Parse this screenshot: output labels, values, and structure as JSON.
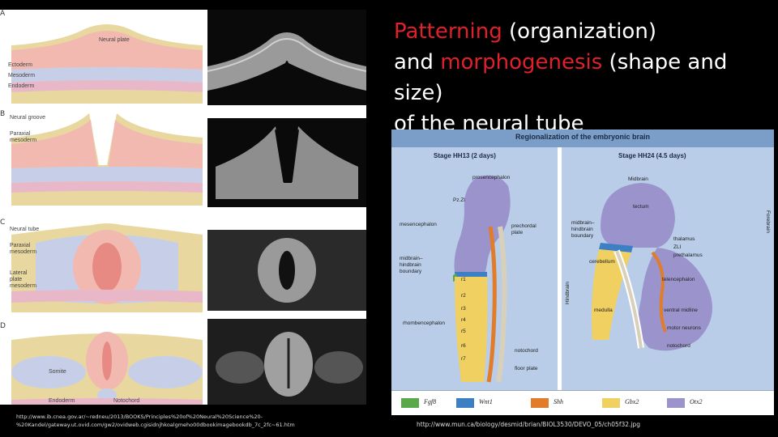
{
  "slide": {
    "title_parts": {
      "red1": "Patterning",
      "plain1": " (organization)",
      "plain2": "and ",
      "red2": "morphogenesis",
      "plain3": " (shape and size)",
      "plain4": "of the neural tube"
    },
    "colors": {
      "accent": "#e0202a",
      "background": "#000000",
      "text": "#ffffff"
    }
  },
  "left_figure": {
    "stages": [
      "A",
      "B",
      "C",
      "D"
    ],
    "labels": {
      "neural_plate": "Neural plate",
      "ectoderm": "Ectoderm",
      "mesoderm": "Mesoderm",
      "endoderm": "Endoderm",
      "neural_groove": "Neural groove",
      "paraxial_mesoderm_1": "Paraxial",
      "paraxial_mesoderm_2": "mesoderm",
      "neural_tube": "Neural tube",
      "paraxial_meso_c1": "Paraxial",
      "paraxial_meso_c2": "mesoderm",
      "lateral_1": "Lateral",
      "lateral_2": "plate",
      "lateral_3": "mesoderm",
      "somite": "Somite",
      "endoderm_d": "Endoderm",
      "notochord": "Notochord"
    },
    "url_line1": "http://www.ib.cnea.gov.ar/~redneu/2013/BOOKS/Principles%20of%20Neural%20Science%20-",
    "url_line2": "%20Kandel/gateway.ut.ovid.com/gw2/ovidweb.cgisidnjhkoalgmeho00dbookimagebookdb_7c_2fc~61.htm"
  },
  "right_figure": {
    "header": "Regionalization of the embryonic brain",
    "stage_left": "Stage HH13 (2 days)",
    "stage_right": "Stage HH24 (4.5 days)",
    "labels_left": {
      "prosencephalon": "prosencephalon",
      "pz": "Pz.Zl",
      "mesencephalon": "mesencephalon",
      "prechordal_1": "prechordal",
      "prechordal_2": "plate",
      "mhb_1": "midbrain–",
      "mhb_2": "hindbrain",
      "mhb_3": "boundary",
      "r1": "r1",
      "r2": "r2",
      "r3": "r3",
      "r4": "r4",
      "r5": "r5",
      "r6": "r6",
      "r7": "r7",
      "rhombencephalon": "rhombencephalon",
      "notochord": "notochord",
      "floor_plate": "floor plate"
    },
    "labels_right": {
      "midbrain": "Midbrain",
      "tectum": "tectum",
      "mhb_1": "midbrain–",
      "mhb_2": "hindbrain",
      "mhb_3": "boundary",
      "thalamus": "thalamus",
      "zli": "ZLI",
      "prethalamus": "prethalamus",
      "cerebellum": "cerebellum",
      "telencephalon": "telencephalon",
      "medulla": "medulla",
      "ventral_midline": "ventral midline",
      "motor_neurons": "motor neurons",
      "notochord": "notochord",
      "hindbrain": "Hindbrain",
      "forebrain": "Forebrain"
    },
    "legend": [
      {
        "name": "Fgf8",
        "color": "#5aa84a"
      },
      {
        "name": "Wnt1",
        "color": "#3d7fc4"
      },
      {
        "name": "Shh",
        "color": "#e07c2a"
      },
      {
        "name": "Gbx2",
        "color": "#f0d060"
      },
      {
        "name": "Otx2",
        "color": "#9b93cc"
      }
    ],
    "url": "http://www.mun.ca/biology/desmid/brian/BIOL3530/DEVO_05/ch05f32.jpg"
  }
}
